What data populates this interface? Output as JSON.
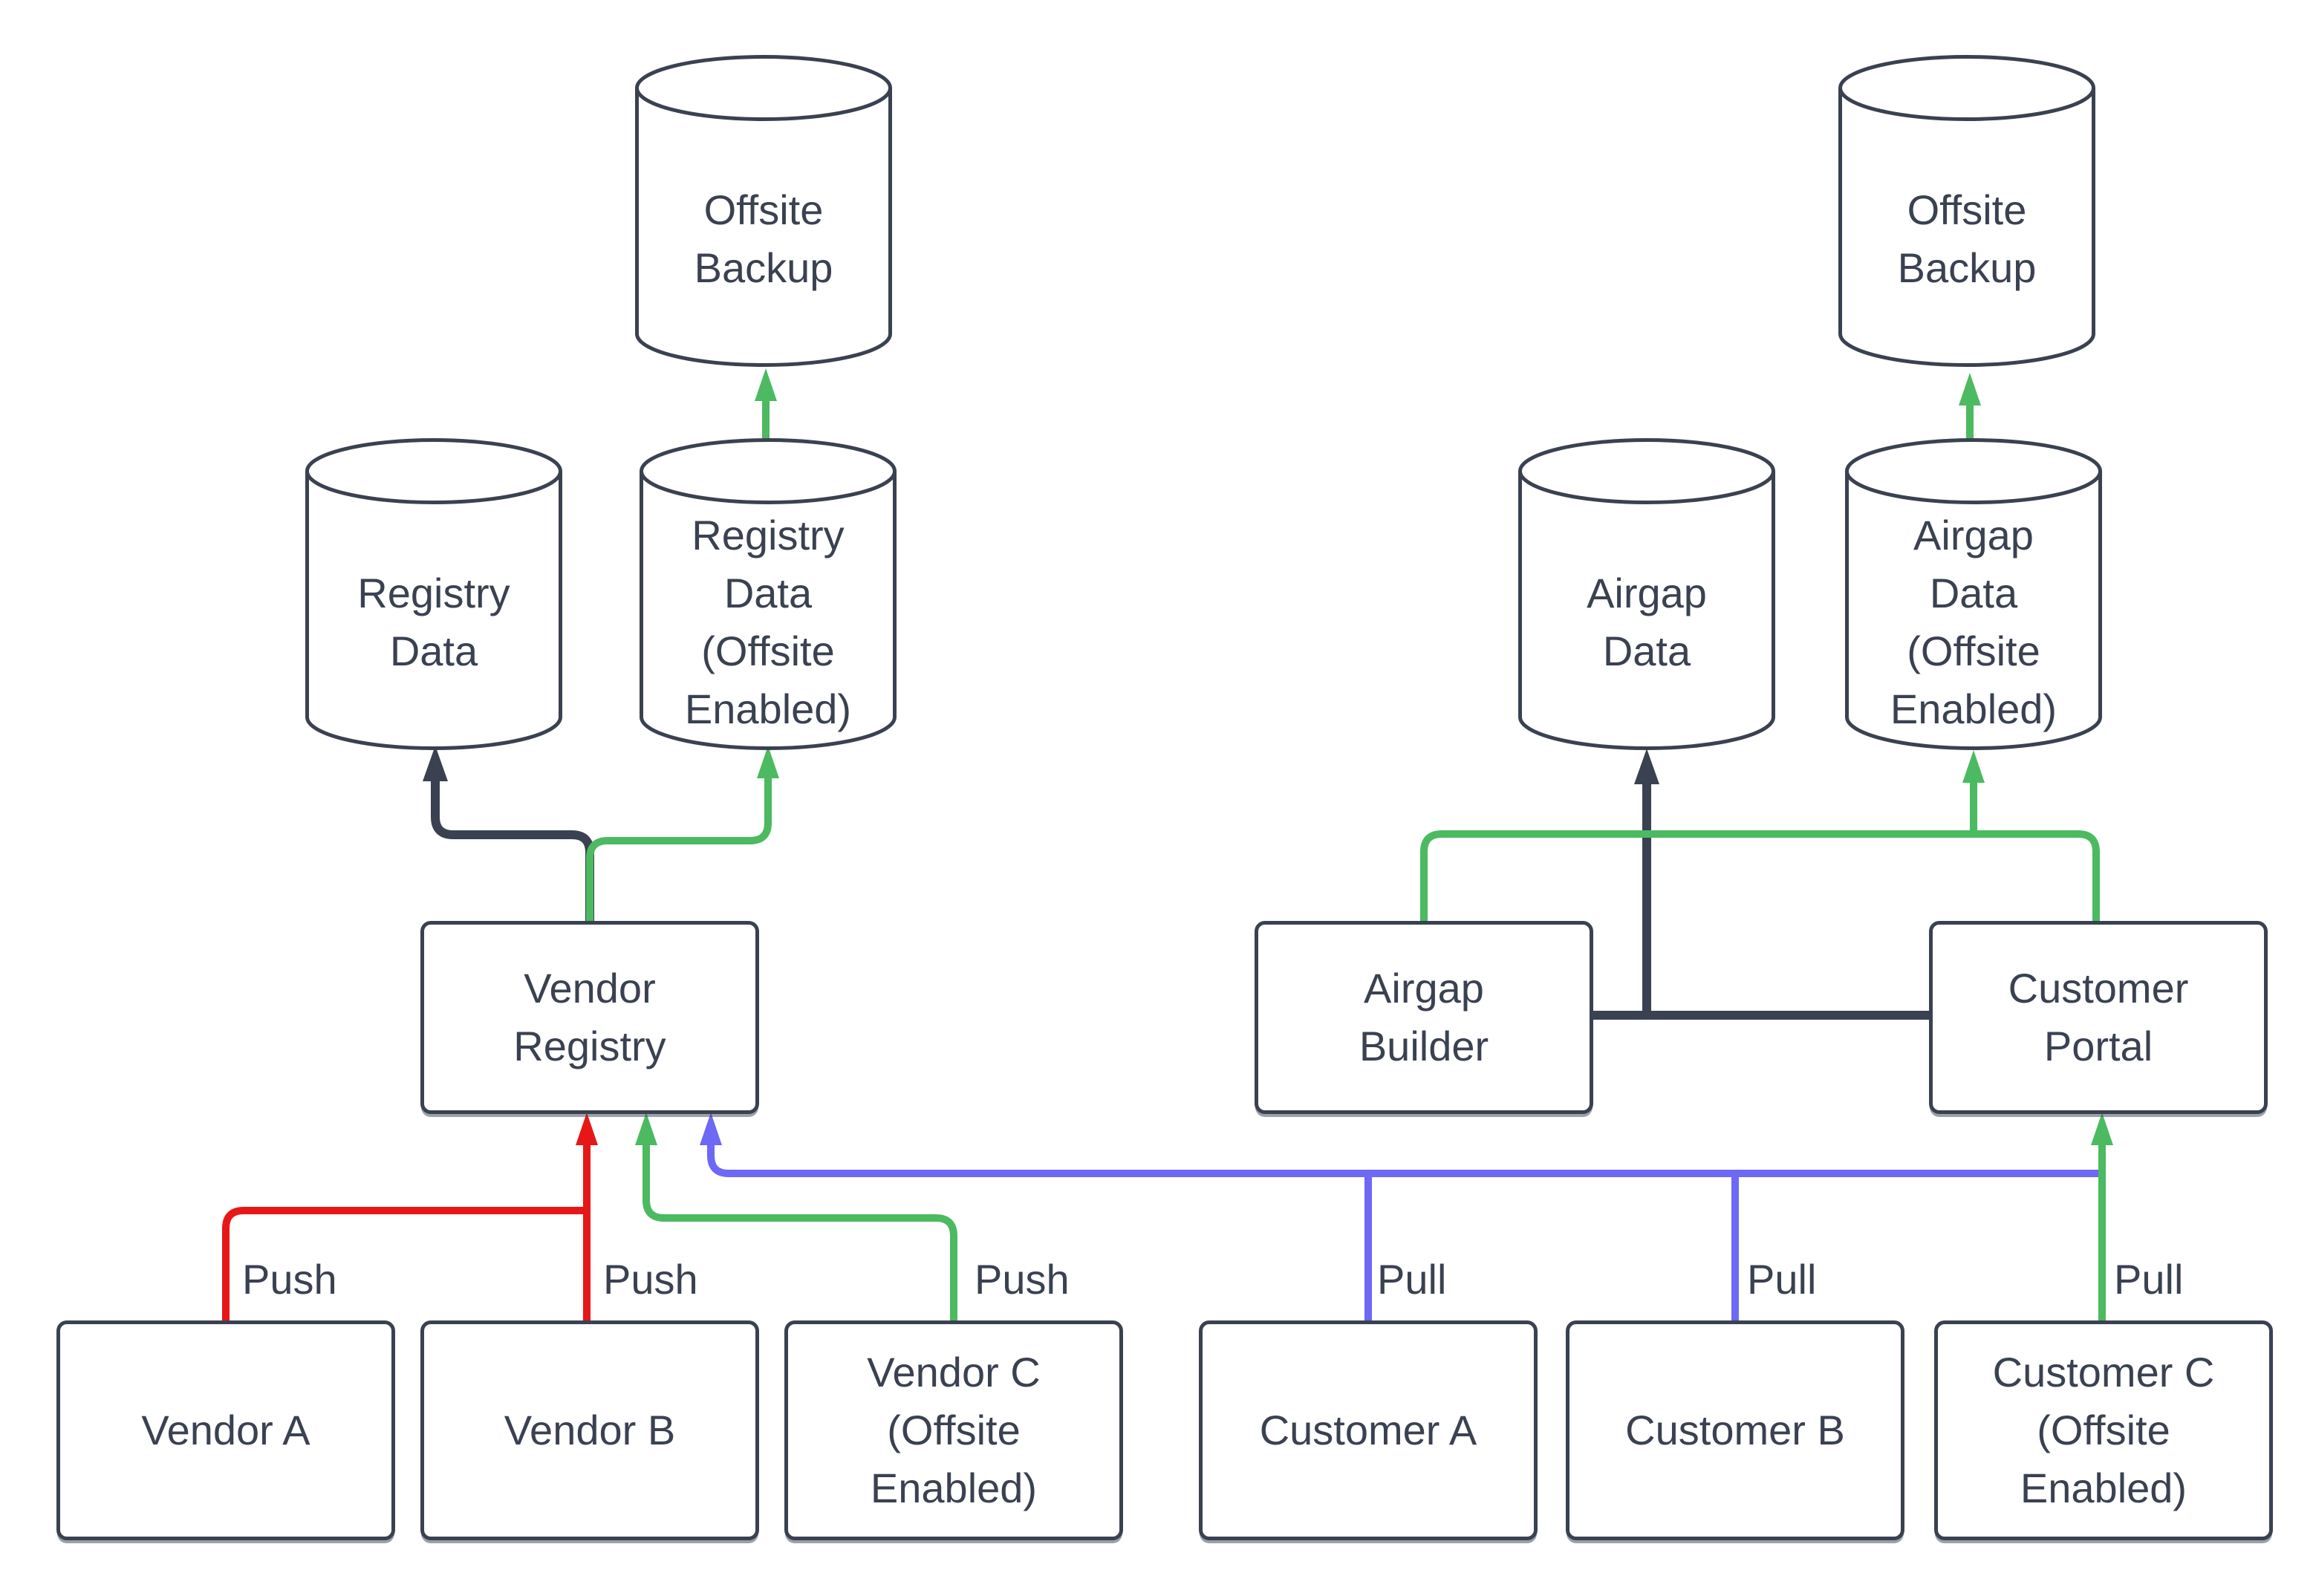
{
  "colors": {
    "background": "#ffffff",
    "stroke": "#3a4151",
    "text": "#3a4151",
    "red": "#e81717",
    "green": "#4cba60",
    "blue": "#6d68f5"
  },
  "nodes": {
    "offsite_backup_left": {
      "label": "Offsite\nBackup"
    },
    "registry_data": {
      "label": "Registry\nData"
    },
    "registry_data_offsite": {
      "label": "Registry\nData\n(Offsite\nEnabled)"
    },
    "vendor_registry": {
      "label": "Vendor\nRegistry"
    },
    "vendor_a": {
      "label": "Vendor A"
    },
    "vendor_b": {
      "label": "Vendor B"
    },
    "vendor_c": {
      "label": "Vendor C\n(Offsite\nEnabled)"
    },
    "offsite_backup_right": {
      "label": "Offsite\nBackup"
    },
    "airgap_data": {
      "label": "Airgap\nData"
    },
    "airgap_data_offsite": {
      "label": "Airgap\nData\n(Offsite\nEnabled)"
    },
    "airgap_builder": {
      "label": "Airgap\nBuilder"
    },
    "customer_portal": {
      "label": "Customer\nPortal"
    },
    "customer_a": {
      "label": "Customer A"
    },
    "customer_b": {
      "label": "Customer B"
    },
    "customer_c": {
      "label": "Customer C\n(Offsite\nEnabled)"
    }
  },
  "edge_labels": {
    "push_a": "Push",
    "push_b": "Push",
    "push_c": "Push",
    "pull_a": "Pull",
    "pull_b": "Pull",
    "pull_c": "Pull"
  }
}
